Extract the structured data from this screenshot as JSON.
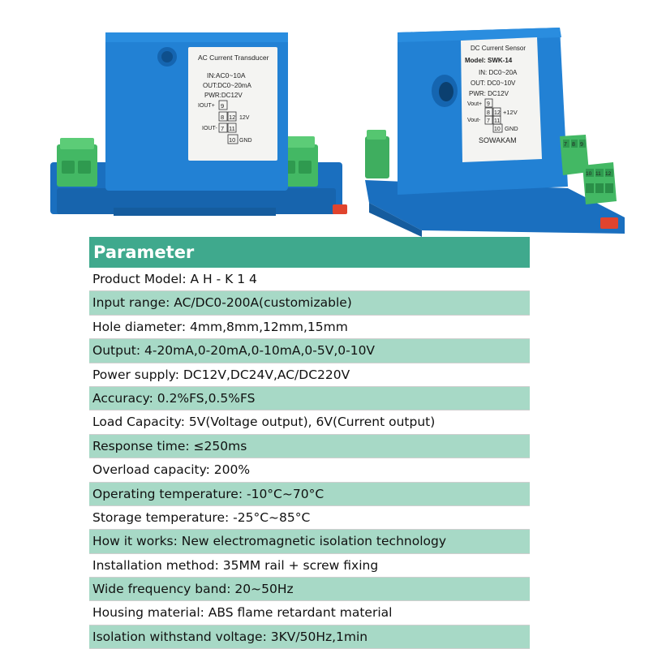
{
  "left_device": {
    "label_title": "AC Current Transducer",
    "in": "IN:AC0~10A",
    "out": "OUT:DC0~20mA",
    "pwr": "PWR:DC12V",
    "iout_plus": "IOUT+",
    "iout_minus": "IOUT-",
    "pins": [
      "9",
      "8",
      "12",
      "7",
      "11",
      "10"
    ],
    "pin_12_text": "12V",
    "pin_10_text": "GND"
  },
  "right_device": {
    "label_title": "DC Current Sensor",
    "model": "Model: SWK-14",
    "in": "IN: DC0~20A",
    "out": "OUT: DC0~10V",
    "pwr": "PWR: DC12V",
    "vout_plus": "Vout+",
    "vout_minus": "Vout-",
    "pins": [
      "9",
      "8",
      "12",
      "7",
      "11",
      "10"
    ],
    "pin_12_text": "+12V",
    "pin_10_text": "GND",
    "brand": "SOWAKAM",
    "terminal_top": [
      "7",
      "8",
      "9"
    ],
    "terminal_bottom": [
      "10",
      "11",
      "12"
    ]
  },
  "parameters": {
    "header": "Parameter",
    "rows": [
      "Product Model: A H - K 1 4",
      "Input range: AC/DC0-200A(customizable)",
      "Hole diameter: 4mm,8mm,12mm,15mm",
      "Output: 4-20mA,0-20mA,0-10mA,0-5V,0-10V",
      "Power supply: DC12V,DC24V,AC/DC220V",
      "Accuracy: 0.2%FS,0.5%FS",
      "Load Capacity: 5V(Voltage output), 6V(Current output)",
      "Response time: ≤250ms",
      "Overload capacity: 200%",
      "Operating temperature: -10°C~70°C",
      "Storage temperature: -25°C~85°C",
      "How it works: New electromagnetic isolation technology",
      "Installation method: 35MM rail + screw fixing",
      "Wide frequency band: 20~50Hz",
      "Housing material: ABS flame retardant material",
      "Isolation withstand voltage: 3KV/50Hz,1min"
    ]
  },
  "colors": {
    "housing_blue": "#1f78c8",
    "terminal_green": "#4fbf6a",
    "header_green": "#3fa98d",
    "row_green": "#a7d9c6"
  }
}
